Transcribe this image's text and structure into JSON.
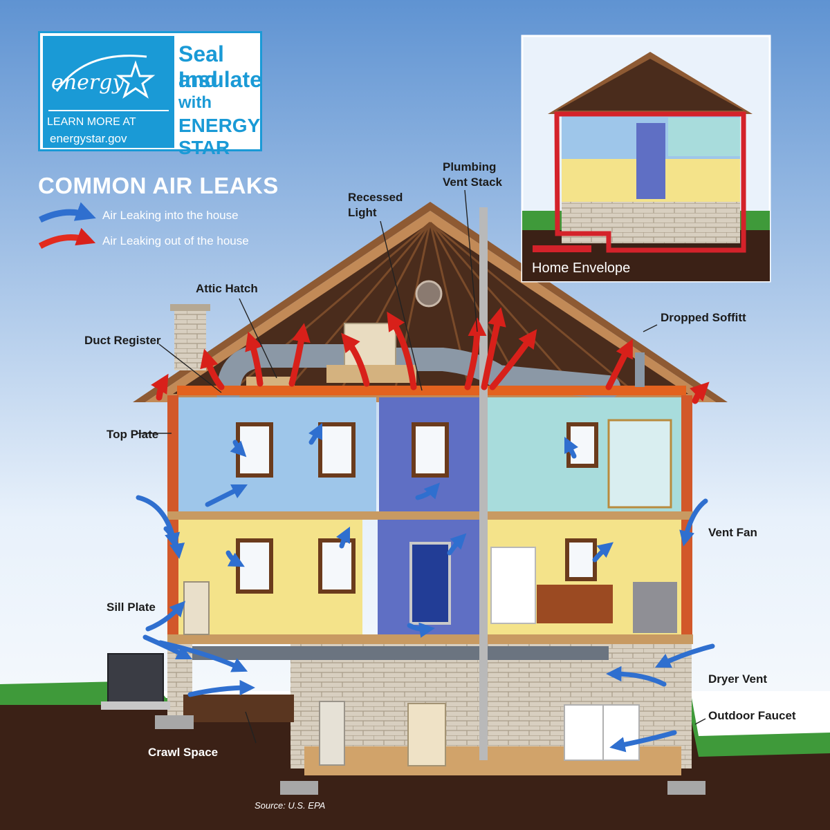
{
  "logo": {
    "script_text": "energy",
    "learn_more": "LEARN MORE AT",
    "site": "energystar.gov",
    "heading_line1": "Seal and",
    "heading_line2": "Insulate",
    "heading_line3": "with",
    "heading_line4": "ENERGY STAR"
  },
  "legend": {
    "title": "COMMON AIR LEAKS",
    "items": [
      {
        "label": "Air Leaking into the house",
        "color": "#2f6fcf"
      },
      {
        "label": "Air Leaking out of the house",
        "color": "#e22b1e"
      }
    ]
  },
  "labels": {
    "recessed_light": "Recessed Light",
    "plumbing_vent_stack": "Plumbing Vent Stack",
    "attic_hatch": "Attic Hatch",
    "duct_register": "Duct Register",
    "dropped_soffitt": "Dropped Soffitt",
    "top_plate": "Top Plate",
    "vent_fan": "Vent Fan",
    "sill_plate": "Sill Plate",
    "dryer_vent": "Dryer Vent",
    "outdoor_faucet": "Outdoor Faucet",
    "crawl_space": "Crawl Space"
  },
  "inset": {
    "label": "Home Envelope",
    "envelope_color": "#d4222a"
  },
  "source": "Source: U.S. EPA",
  "colors": {
    "sky_top": "#5f93d2",
    "sky_bottom": "#e8f1fb",
    "grass": "#3f9a3a",
    "soil": "#3b2116",
    "brick": "#cfc5b5",
    "roof": "#8e5a33",
    "attic": "#4a2c1c",
    "room_blue": "#9ec6ea",
    "room_yellow": "#f4e38a",
    "room_indigo": "#5f6fc4",
    "room_teal": "#a8dcdc",
    "insulation": "#e3621f"
  }
}
